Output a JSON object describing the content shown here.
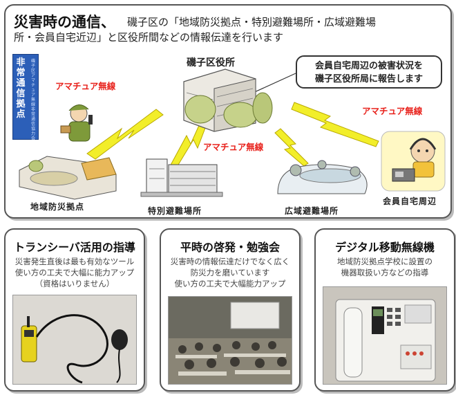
{
  "header": {
    "title": "災害時の通信、",
    "description_line1": "磯子区の「地域防災拠点・特別避難場所・広域避難場",
    "description_line2": "所・会員自宅近辺」と区役所間などの情報伝達を行います"
  },
  "diagram": {
    "ward_office": "磯子区役所",
    "banner_text": "非常通信拠点",
    "banner_subtext": "磯子区アマチュア無線非常通信協力会",
    "radio_label_left": "アマチュア無線",
    "radio_label_center": "アマチュア無線",
    "radio_label_right": "アマチュア無線",
    "speech_bubble_line1": "会員自宅周辺の被害状況を",
    "speech_bubble_line2": "磯子区役所局に報告します",
    "sites": [
      "地域防災拠点",
      "特別避難場所",
      "広域避難場所",
      "会員自宅周辺"
    ]
  },
  "panels": [
    {
      "title": "トランシーバ活用の指導",
      "lines": [
        "災害発生直後は最も有効なツール",
        "使い方の工夫で大幅に能力アップ",
        "（資格はいりません）"
      ]
    },
    {
      "title": "平時の啓発・勉強会",
      "lines": [
        "災害時の情報伝達だけでなく広く",
        "防災力を磨いています",
        "使い方の工夫で大幅能力アップ"
      ]
    },
    {
      "title": "デジタル移動無線機",
      "lines": [
        "地域防災拠点学校に設置の",
        "機器取扱い方などの指導"
      ]
    }
  ],
  "colors": {
    "radio_label": "#e8211b",
    "lightning": "#f2ee2a",
    "banner": "#2c5fb8"
  }
}
